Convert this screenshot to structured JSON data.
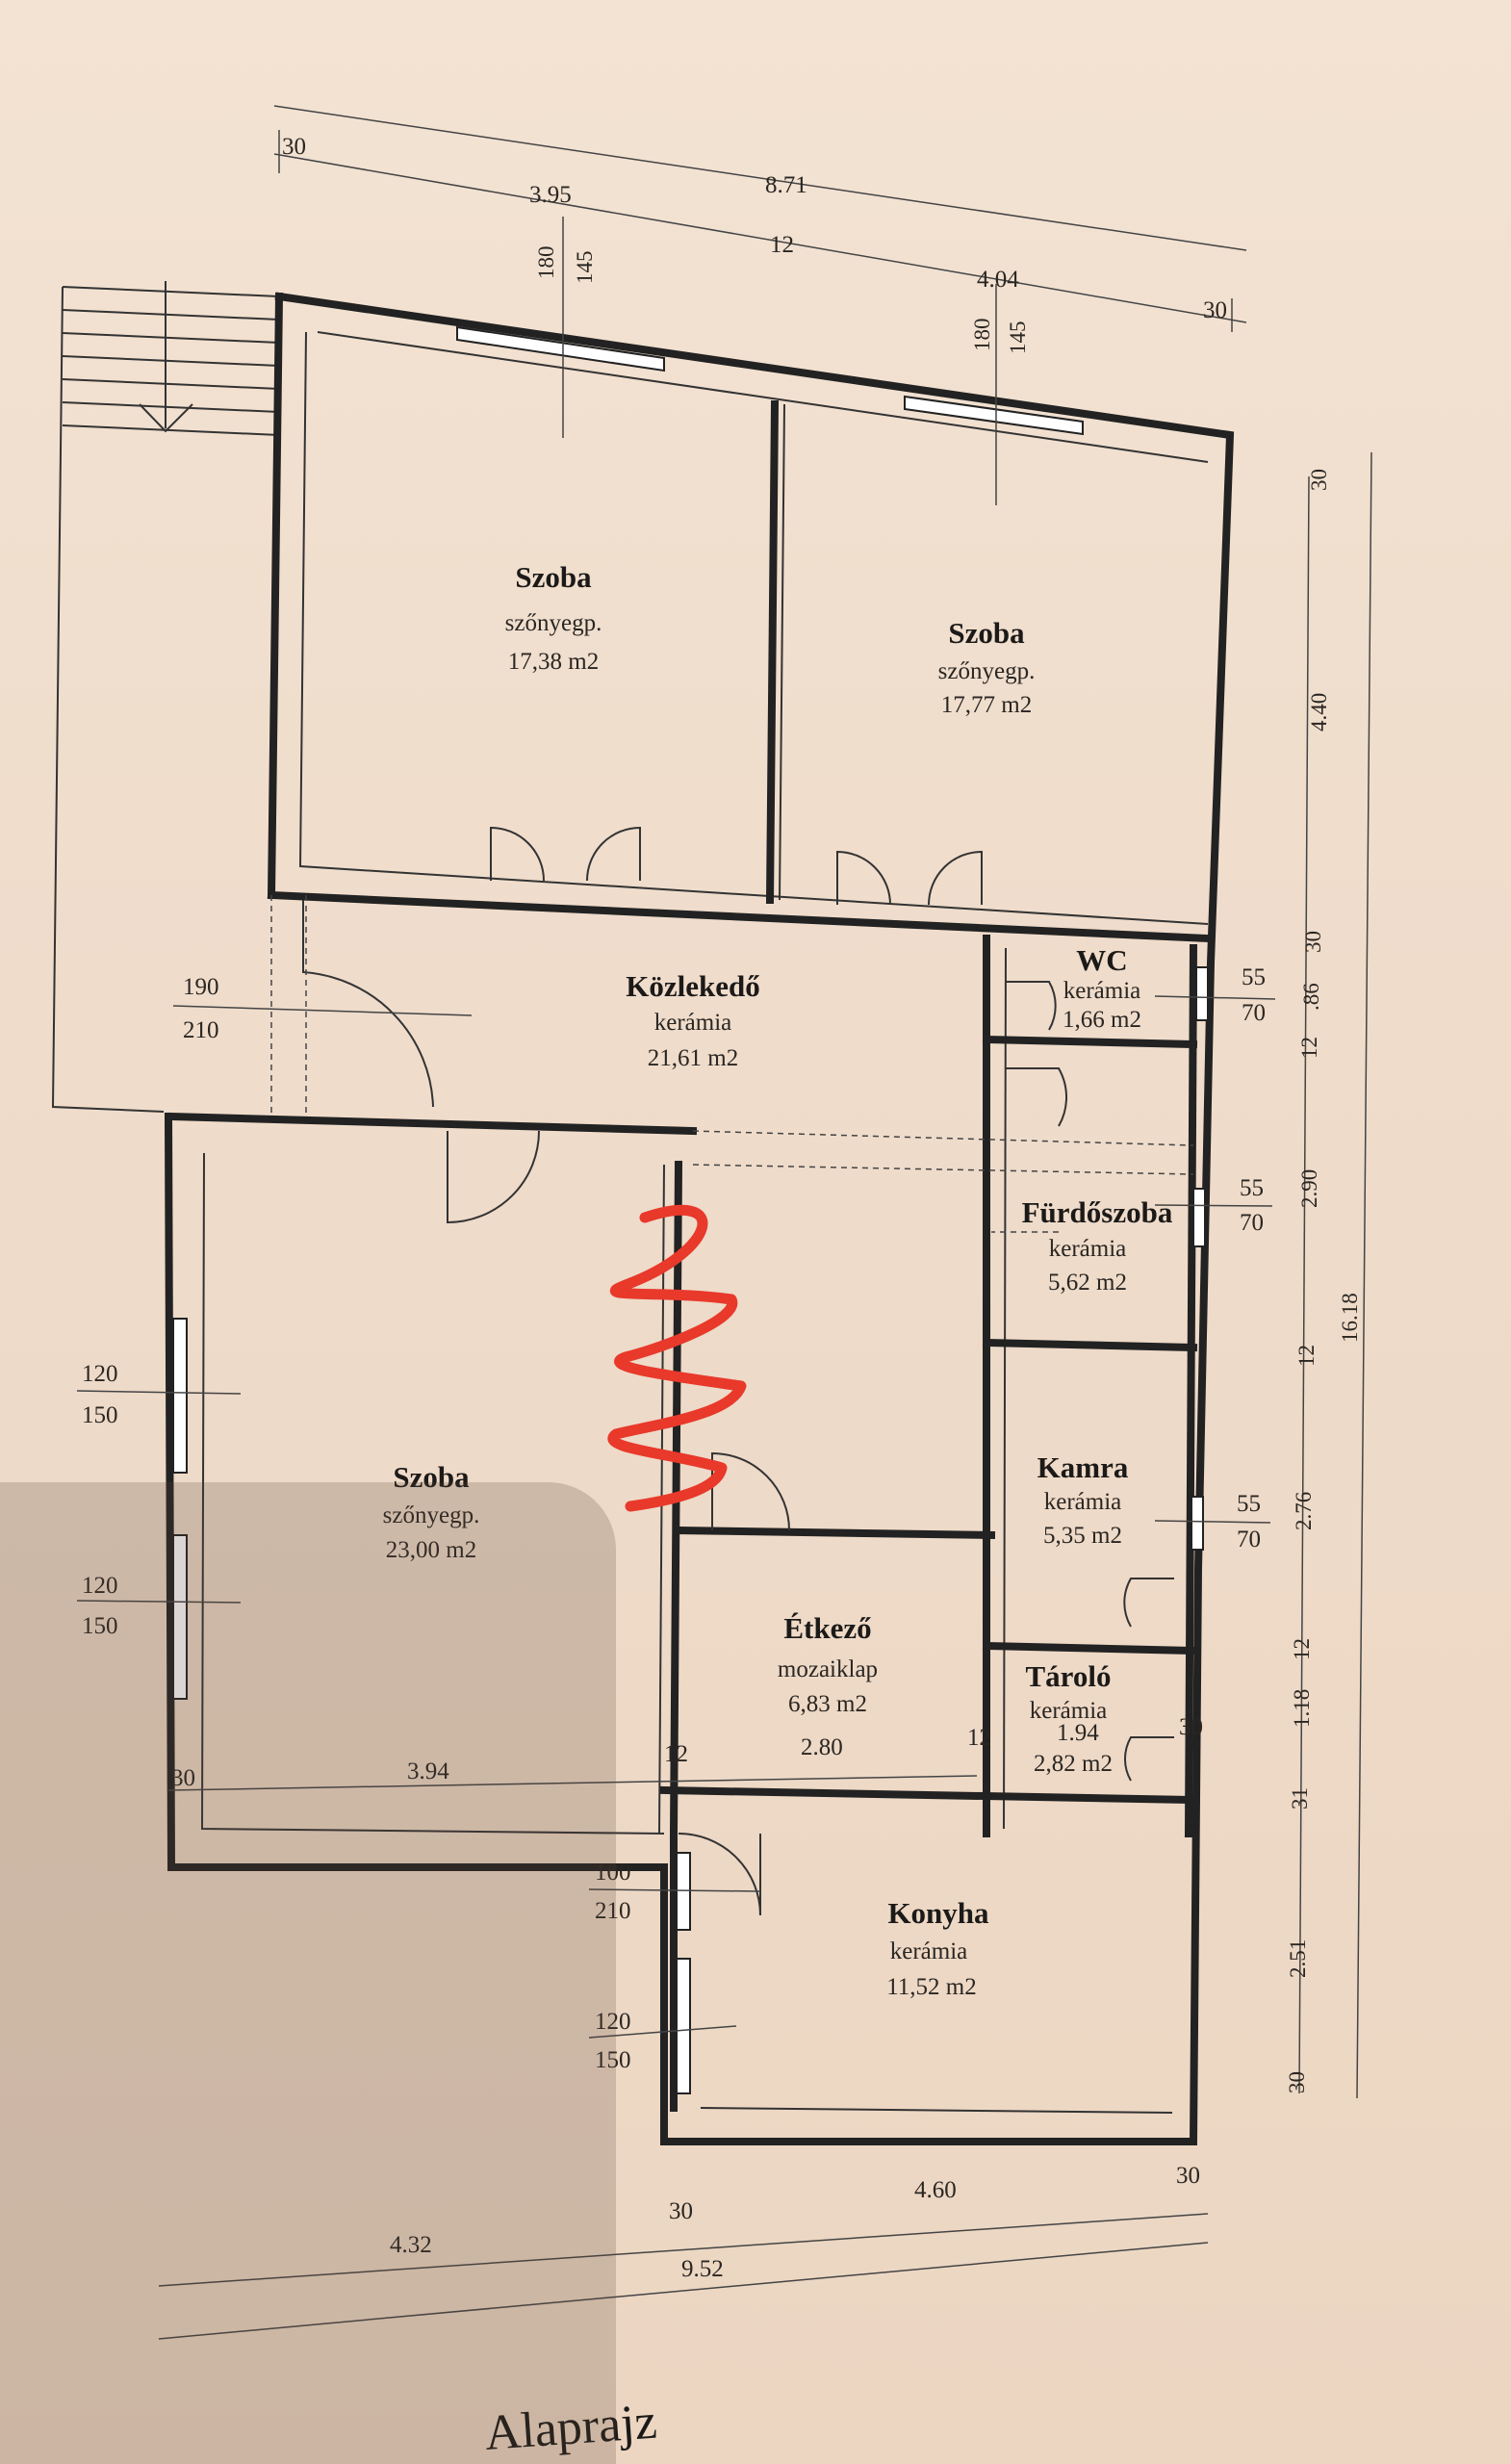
{
  "title": "Alaprajz",
  "rooms": {
    "szoba_1": {
      "name": "Szoba",
      "floor": "szőnyegp.",
      "area": "17,38 m2"
    },
    "szoba_2": {
      "name": "Szoba",
      "floor": "szőnyegp.",
      "area": "17,77 m2"
    },
    "kozlekedo": {
      "name": "Közlekedő",
      "floor": "kerámia",
      "area": "21,61 m2"
    },
    "wc": {
      "name": "WC",
      "floor": "kerámia",
      "area": "1,66 m2"
    },
    "furdoszoba": {
      "name": "Fürdőszoba",
      "floor": "kerámia",
      "area": "5,62 m2"
    },
    "szoba_3": {
      "name": "Szoba",
      "floor": "szőnyegp.",
      "area": "23,00 m2"
    },
    "kamra": {
      "name": "Kamra",
      "floor": "kerámia",
      "area": "5,35 m2"
    },
    "etkezo": {
      "name": "Étkező",
      "floor": "mozaiklap",
      "area": "6,83 m2"
    },
    "tarolo": {
      "name": "Tároló",
      "floor": "kerámia",
      "area": "2,82 m2"
    },
    "konyha": {
      "name": "Konyha",
      "floor": "kerámia",
      "area": "11,52 m2"
    }
  },
  "dimensions": {
    "top": {
      "d30_left": "30",
      "d395": "3.95",
      "d871": "8.71",
      "d12": "12",
      "d404": "4.04",
      "d30_right": "30"
    },
    "window_heights": {
      "w180a": "180",
      "w145a": "145",
      "w180b": "180",
      "w145b": "145"
    },
    "openings": {
      "door_190": "190",
      "door_210": "210",
      "win1_120": "120",
      "win1_150": "150",
      "win2_120": "120",
      "win2_150": "150",
      "door_100": "100",
      "door2_210": "210",
      "win3_120": "120",
      "win3_150": "150",
      "wc_55": "55",
      "wc_70": "70",
      "bath_55": "55",
      "bath_70": "70",
      "kamra_55": "55",
      "kamra_70": "70"
    },
    "right": {
      "r30_top": "30",
      "r440": "4.40",
      "r30_b": "30",
      "r86": ".86",
      "r12_a": "12",
      "r290": "2.90",
      "r12_b": "12",
      "r276": "2.76",
      "r12_c": "12",
      "r118": "1.18",
      "r31": "31",
      "r251": "2.51",
      "r30_bot": "30",
      "r1618": "16.18"
    },
    "inner": {
      "i30": "30",
      "i394": "3.94",
      "i12a": "12",
      "i280": "2.80",
      "i12b": "12",
      "i194": "1.94",
      "i30b": "30"
    },
    "bottom": {
      "b432": "4.32",
      "b30a": "30",
      "b460": "4.60",
      "b30b": "30",
      "b952": "9.52"
    }
  }
}
